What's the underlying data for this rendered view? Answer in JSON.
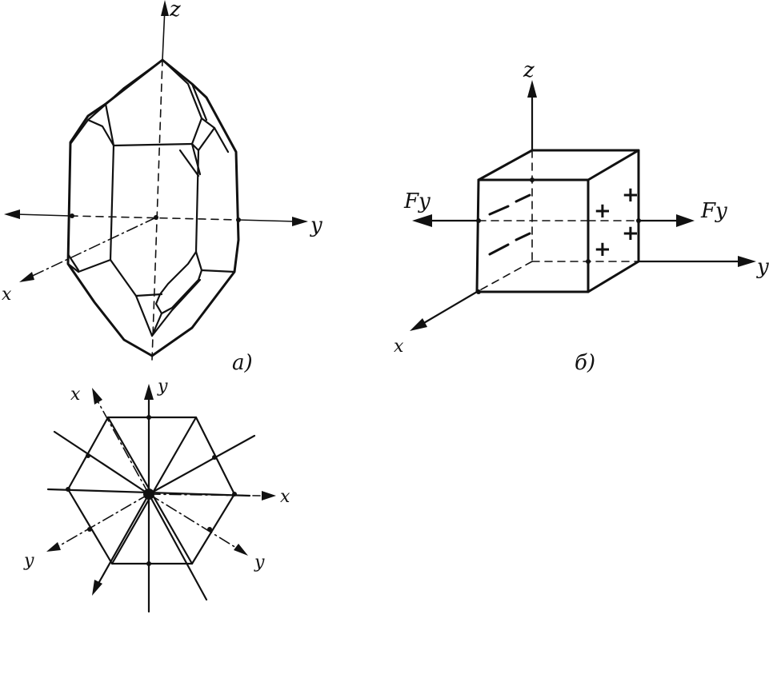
{
  "figure": {
    "panel_a": {
      "caption": "a)",
      "axis_labels": {
        "z": "z",
        "y": "y",
        "x": "x"
      }
    },
    "panel_b": {
      "caption": "б)",
      "axis_labels": {
        "z": "z",
        "y": "y",
        "x": "x"
      },
      "force_left": "Fy",
      "force_right": "Fy",
      "charge_sign": "+"
    },
    "panel_hex": {
      "axis_labels": {
        "y_top": "y",
        "x_top_left": "x",
        "x_right": "x",
        "y_bottom_left": "y",
        "y_bottom_right": "y"
      }
    }
  }
}
